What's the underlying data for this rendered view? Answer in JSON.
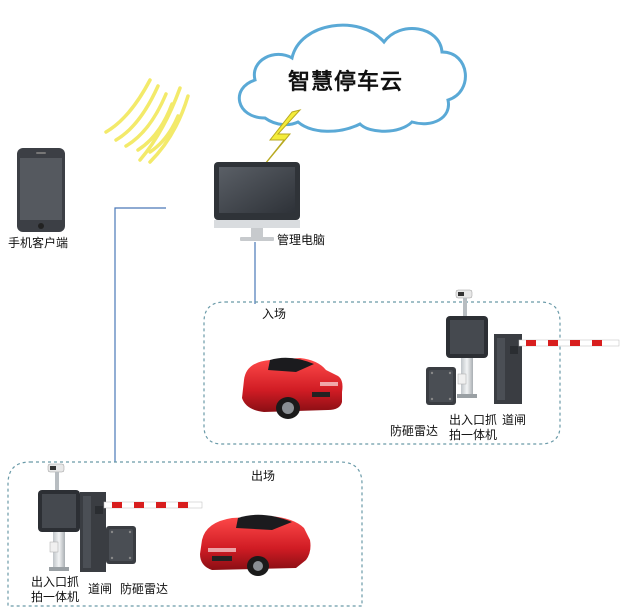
{
  "cloud": {
    "title": "智慧停车云"
  },
  "phone": {
    "label": "手机客户端"
  },
  "pc": {
    "label": "管理电脑"
  },
  "entry": {
    "zone_label": "入场",
    "radar_label": "防砸雷达",
    "camera_label_line1": "出入口抓",
    "camera_label_line2": "拍一体机",
    "gate_label": "道闸"
  },
  "exit": {
    "zone_label": "出场",
    "camera_label_line1": "出入口抓",
    "camera_label_line2": "拍一体机",
    "gate_label": "道闸",
    "radar_label": "防砸雷达"
  },
  "colors": {
    "cloud_stroke": "#5aa9d6",
    "zone_stroke": "#6a9aa8",
    "link_line": "#4a78b8",
    "signal": "#f3ea6a",
    "car_red": "#d8202a",
    "barrier_red": "#d81e1e"
  }
}
